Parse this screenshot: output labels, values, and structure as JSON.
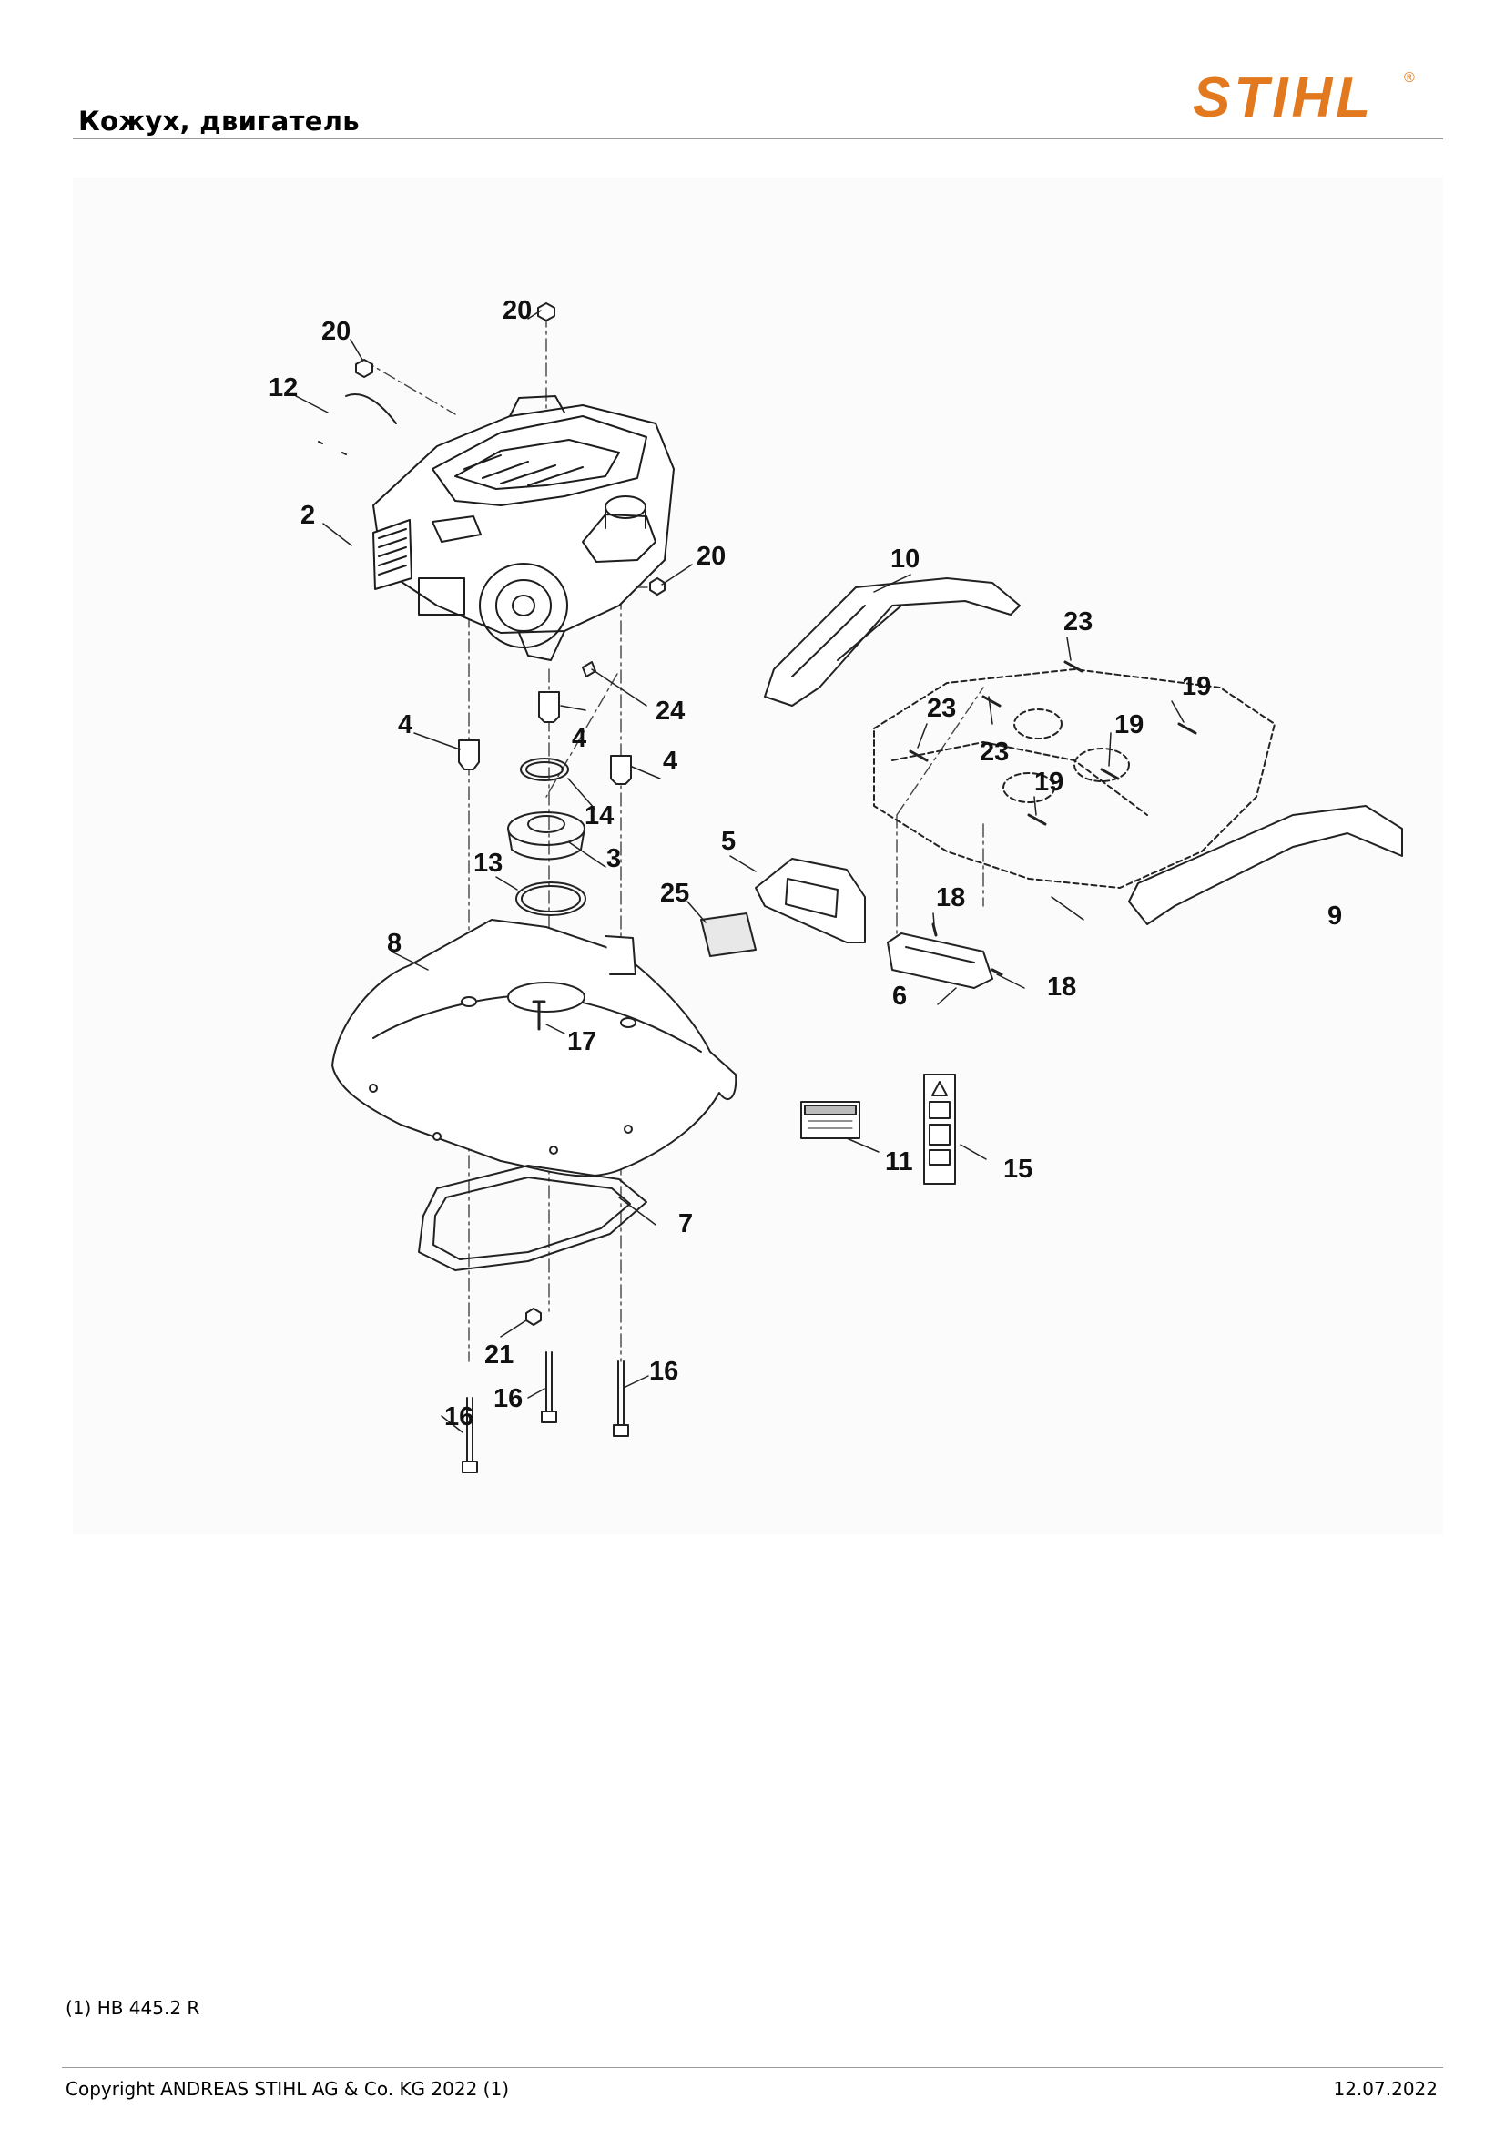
{
  "page": {
    "title": "Кожух, двигатель",
    "footnote": "(1) HB 445.2 R",
    "copyright": "Copyright ANDREAS STIHL AG & Co. KG 2022 (1)",
    "date": "12.07.2022"
  },
  "brand": {
    "logo_text": "STIHL",
    "registered_mark": "®",
    "color": "#e2791f"
  },
  "diagram": {
    "callouts": [
      "20",
      "20",
      "12",
      "2",
      "20",
      "10",
      "23",
      "19",
      "23",
      "19",
      "23",
      "19",
      "4",
      "24",
      "4",
      "4",
      "14",
      "5",
      "3",
      "13",
      "25",
      "18",
      "9",
      "8",
      "17",
      "6",
      "18",
      "11",
      "15",
      "7",
      "21",
      "16",
      "16",
      "16"
    ]
  }
}
